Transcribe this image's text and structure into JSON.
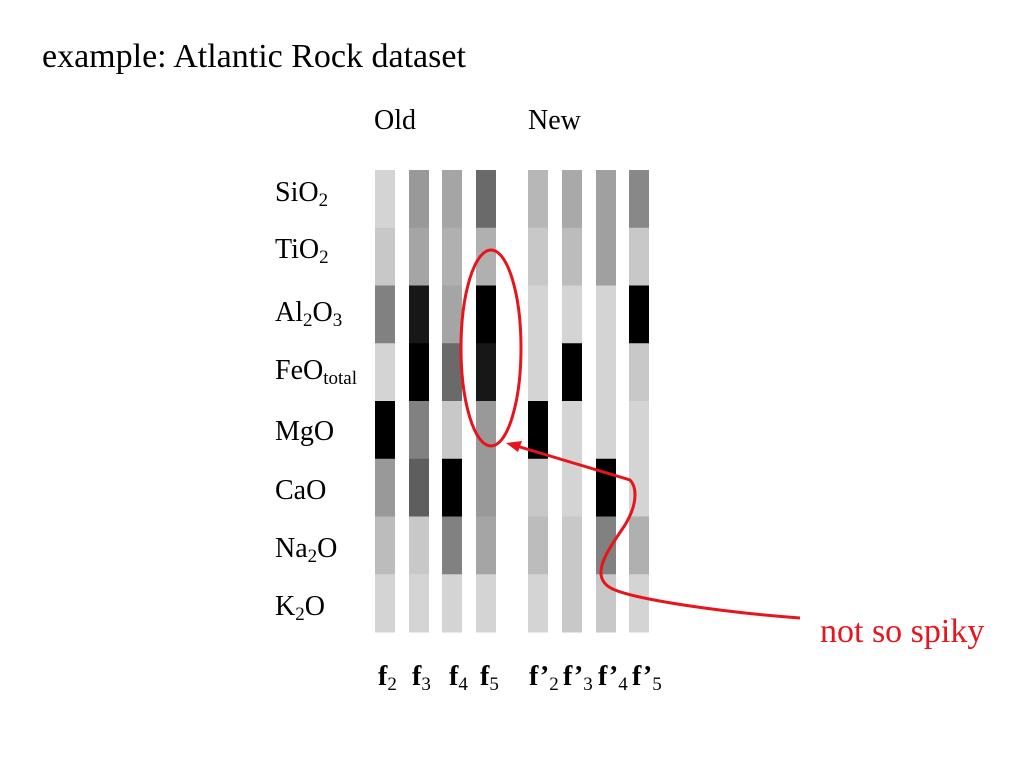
{
  "title": "example: Atlantic Rock dataset",
  "groups": {
    "old": "Old",
    "new": "New"
  },
  "rows": [
    {
      "base": "SiO",
      "sub": "2"
    },
    {
      "base": "TiO",
      "sub": "2"
    },
    {
      "base": "Al",
      "sub": "2",
      "base2": "O",
      "sub2": "3"
    },
    {
      "base": "FeO",
      "sub": "total"
    },
    {
      "base": "MgO"
    },
    {
      "base": "CaO"
    },
    {
      "base": "Na",
      "sub": "2",
      "base2": "O"
    },
    {
      "base": "K",
      "sub": "2",
      "base2": "O"
    }
  ],
  "columns": [
    {
      "main": "f",
      "sub": "2"
    },
    {
      "main": "f",
      "sub": "3"
    },
    {
      "main": "f",
      "sub": "4"
    },
    {
      "main": "f",
      "sub": "5"
    },
    {
      "main": "f’",
      "sub": "2"
    },
    {
      "main": "f’",
      "sub": "3"
    },
    {
      "main": "f’",
      "sub": "4"
    },
    {
      "main": "f’",
      "sub": "5"
    }
  ],
  "chart_data": {
    "type": "heatmap",
    "rows": [
      "SiO2",
      "TiO2",
      "Al2O3",
      "FeOtotal",
      "MgO",
      "CaO",
      "Na2O",
      "K2O"
    ],
    "columns": [
      "f2",
      "f3",
      "f4",
      "f5",
      "f'2",
      "f'3",
      "f'4",
      "f'5"
    ],
    "values": [
      [
        0.1,
        0.35,
        0.3,
        0.55,
        0.22,
        0.28,
        0.32,
        0.42
      ],
      [
        0.15,
        0.3,
        0.25,
        0.25,
        0.15,
        0.2,
        0.32,
        0.15
      ],
      [
        0.45,
        0.9,
        0.3,
        1.0,
        0.1,
        0.1,
        0.1,
        1.0
      ],
      [
        0.1,
        1.0,
        0.55,
        0.9,
        0.1,
        1.0,
        0.1,
        0.15
      ],
      [
        1.0,
        0.45,
        0.15,
        0.35,
        1.0,
        0.1,
        0.1,
        0.1
      ],
      [
        0.35,
        0.6,
        1.0,
        0.35,
        0.15,
        0.1,
        1.0,
        0.1
      ],
      [
        0.2,
        0.15,
        0.45,
        0.3,
        0.2,
        0.15,
        0.45,
        0.25
      ],
      [
        0.1,
        0.1,
        0.1,
        0.1,
        0.1,
        0.15,
        0.15,
        0.1
      ]
    ],
    "colormap": "white-to-black",
    "highlight": {
      "column": "f5",
      "rows": [
        "TiO2",
        "Al2O3",
        "FeOtotal"
      ],
      "color": "#e8141b"
    }
  },
  "annotation": {
    "text": "not so spiky",
    "color": "#e8141b"
  }
}
